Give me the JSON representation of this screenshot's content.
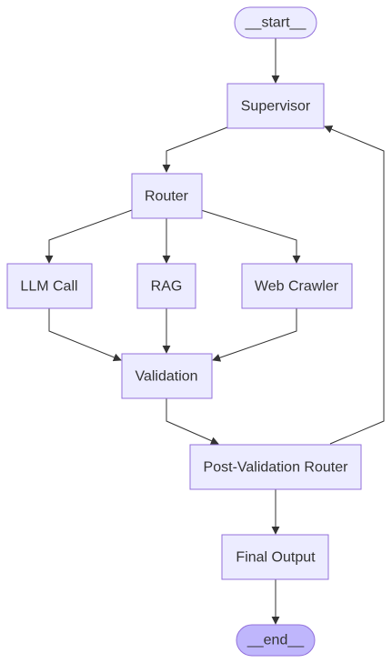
{
  "colors": {
    "node_fill": "#ECECFF",
    "node_border": "#9370DB",
    "terminal_end_fill": "#BFB6FC",
    "edge": "#333333",
    "label_text": "#333333",
    "background": "#FFFFFF"
  },
  "nodes": {
    "start": {
      "label": "__start__",
      "shape": "stadium"
    },
    "supervisor": {
      "label": "Supervisor",
      "shape": "rect"
    },
    "router": {
      "label": "Router",
      "shape": "rect"
    },
    "llm_call": {
      "label": "LLM Call",
      "shape": "rect"
    },
    "rag": {
      "label": "RAG",
      "shape": "rect"
    },
    "web_crawler": {
      "label": "Web Crawler",
      "shape": "rect"
    },
    "validation": {
      "label": "Validation",
      "shape": "rect"
    },
    "post_validation_router": {
      "label": "Post-Validation Router",
      "shape": "rect"
    },
    "final_output": {
      "label": "Final Output",
      "shape": "rect"
    },
    "end": {
      "label": "__end__",
      "shape": "stadium"
    }
  },
  "edges": [
    {
      "from": "start",
      "to": "supervisor"
    },
    {
      "from": "supervisor",
      "to": "router"
    },
    {
      "from": "router",
      "to": "llm_call"
    },
    {
      "from": "router",
      "to": "rag"
    },
    {
      "from": "router",
      "to": "web_crawler"
    },
    {
      "from": "llm_call",
      "to": "validation"
    },
    {
      "from": "rag",
      "to": "validation"
    },
    {
      "from": "web_crawler",
      "to": "validation"
    },
    {
      "from": "validation",
      "to": "post_validation_router"
    },
    {
      "from": "post_validation_router",
      "to": "supervisor"
    },
    {
      "from": "post_validation_router",
      "to": "final_output"
    },
    {
      "from": "final_output",
      "to": "end"
    }
  ]
}
